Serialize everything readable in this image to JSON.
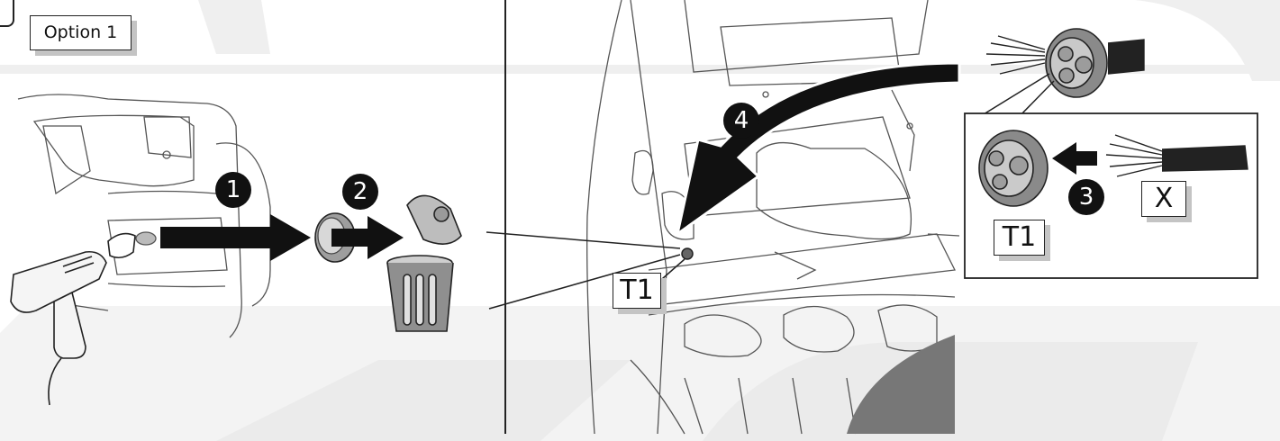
{
  "option_label": "Option 1",
  "steps": [
    "1",
    "2",
    "3",
    "4"
  ],
  "part_labels": {
    "t1_vehicle": "T1",
    "t1_inset": "T1",
    "x_inset": "X"
  },
  "colors": {
    "ink": "#222222",
    "watermark": "#efefef",
    "arrow": "#111111",
    "shadow": "#c4c4c4"
  },
  "icons": [
    "heat-gun-icon",
    "grommet-icon",
    "trash-bin-icon",
    "wire-bundle-icon"
  ]
}
